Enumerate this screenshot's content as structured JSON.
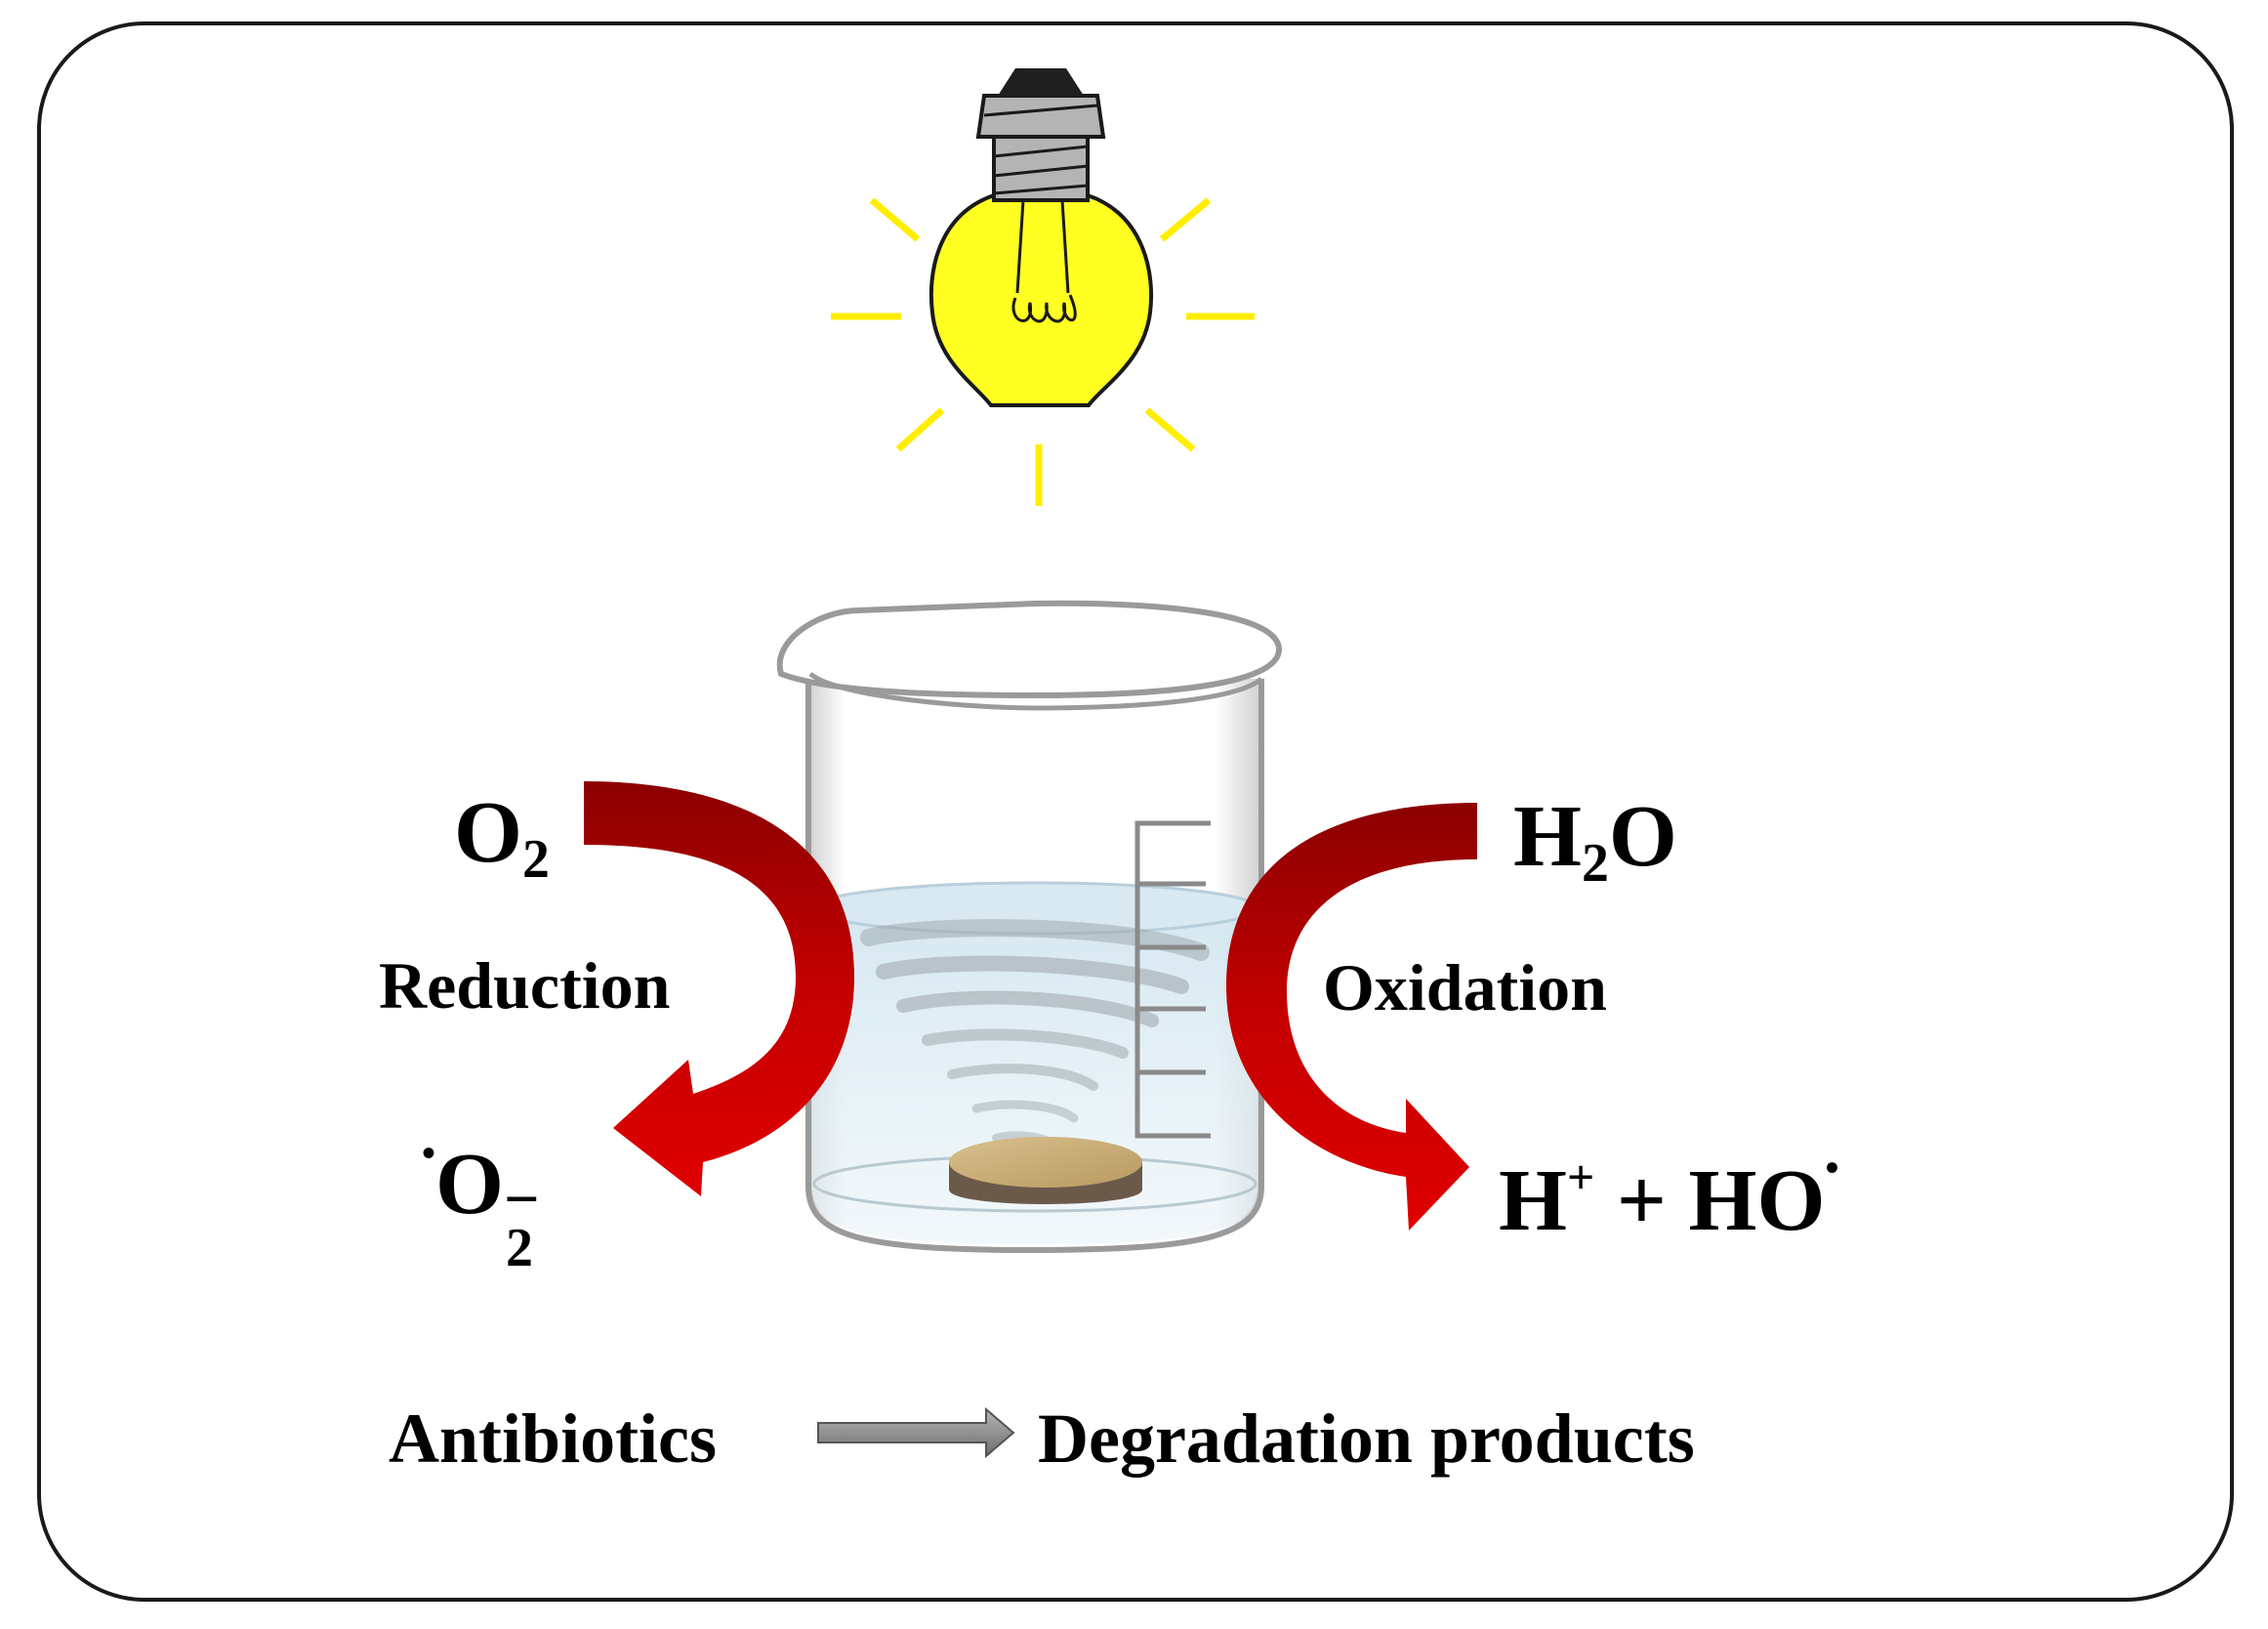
{
  "reactants": {
    "oxygen": {
      "base": "O",
      "subscript": "2"
    },
    "water": {
      "left": "H",
      "subscript": "2",
      "right": "O"
    }
  },
  "processes": {
    "reduction": "Reduction",
    "oxidation": "Oxidation"
  },
  "products": {
    "superoxide": {
      "dot": "•",
      "base": "O",
      "subscript": "2",
      "charge": "−"
    },
    "hydroxyl": {
      "proton": "H",
      "proton_charge": "+",
      "plus": "+",
      "radical": "HO",
      "dot": "•"
    }
  },
  "degradation": {
    "source": "Antibiotics",
    "result": "Degradation products"
  },
  "colors": {
    "arrow_dark": "#8b0000",
    "arrow_light": "#e00000",
    "bulb": "#ffff22",
    "rays": "#ffee00",
    "socket": "#b4b4b4",
    "flow_arrow": "#8c8c8c"
  },
  "icons": [
    "light-bulb-icon",
    "beaker-icon",
    "catalyst-disk-icon",
    "vortex-icon"
  ]
}
